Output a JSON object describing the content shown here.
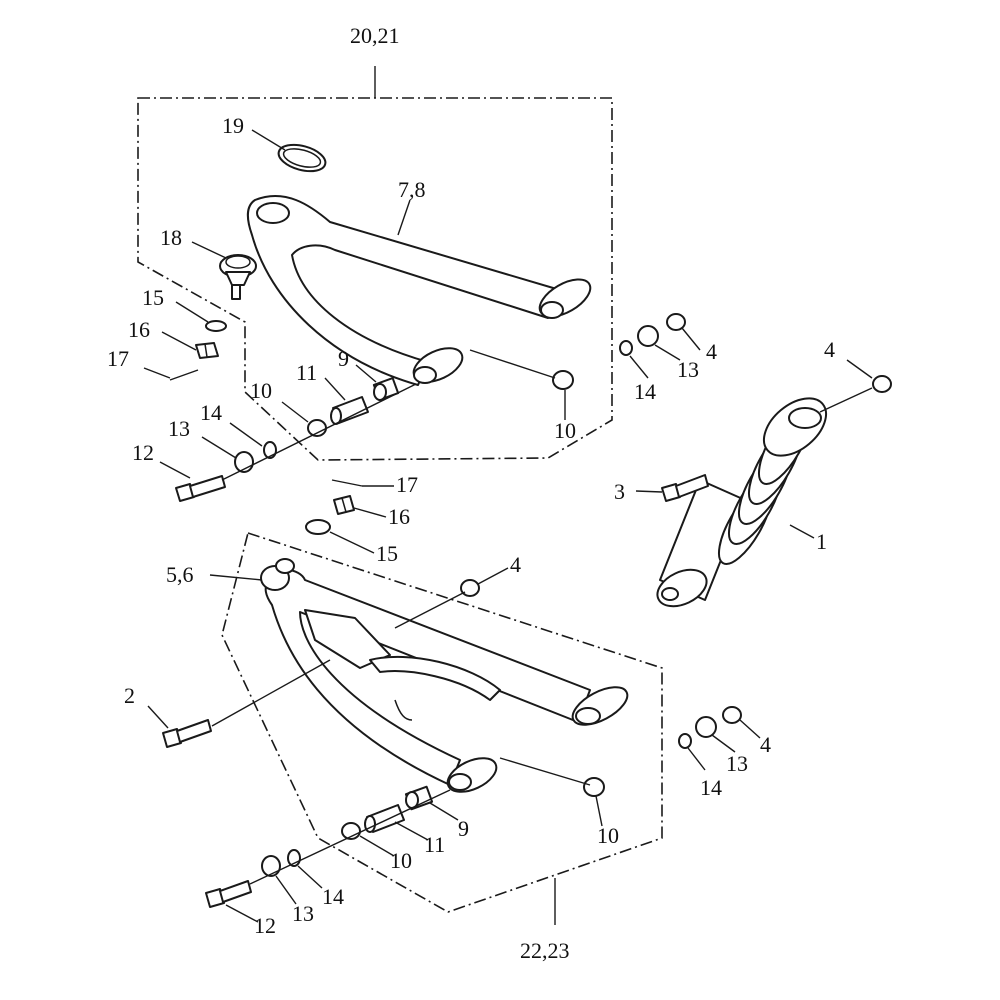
{
  "callouts": {
    "upper_assembly": "20,21",
    "lower_assembly": "22,23",
    "u19": "19",
    "u78": "7,8",
    "u18": "18",
    "u15": "15",
    "u16": "16",
    "u17": "17",
    "u11": "11",
    "u9": "9",
    "u10a": "10",
    "u10b": "10",
    "u14": "14",
    "u13": "13",
    "u12": "12",
    "r4a": "4",
    "r13a": "13",
    "r14a": "14",
    "r4b": "4",
    "shock1": "1",
    "bolt3": "3",
    "l17": "17",
    "l16": "16",
    "l15": "15",
    "l56": "5,6",
    "l4": "4",
    "l2": "2",
    "r4c": "4",
    "r13c": "13",
    "r14c": "14",
    "l9": "9",
    "l10a": "10",
    "l11": "11",
    "l10b": "10",
    "l14": "14",
    "l13": "13",
    "l12": "12"
  },
  "colors": {
    "line": "#1a1a1a",
    "background": "#ffffff"
  }
}
